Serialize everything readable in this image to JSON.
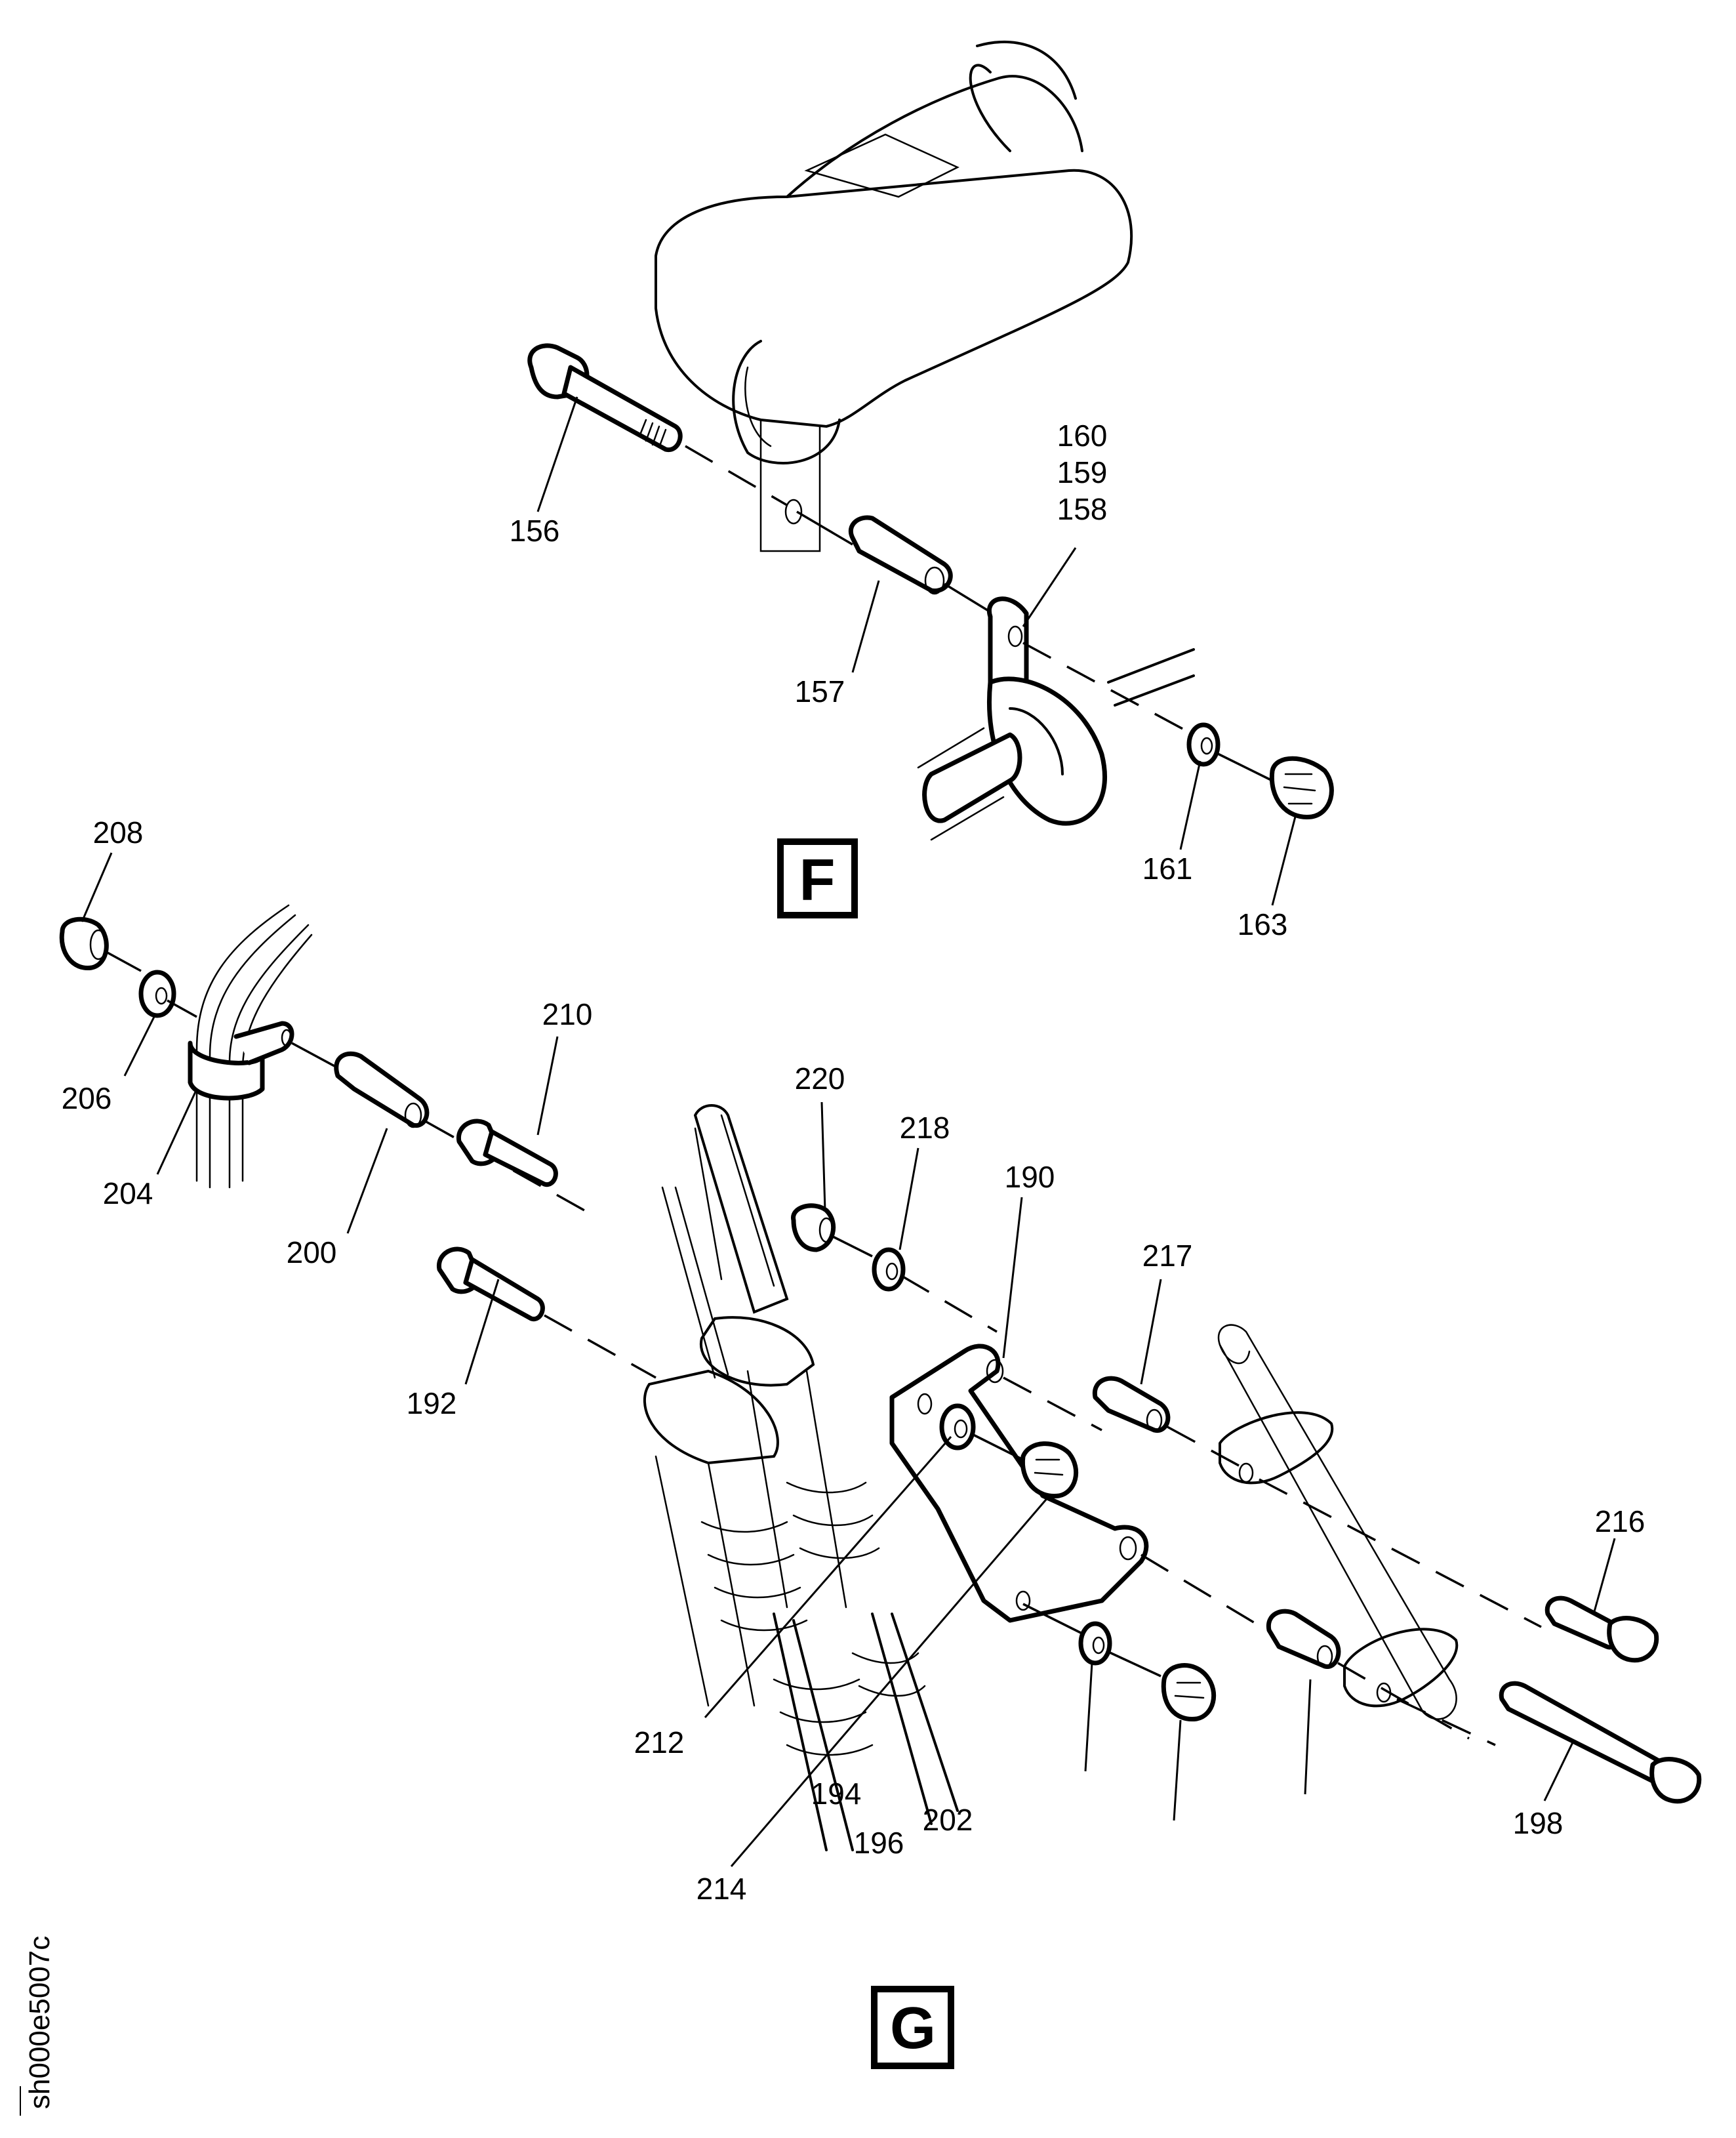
{
  "diagram": {
    "views": [
      {
        "id": "F",
        "label": "F"
      },
      {
        "id": "G",
        "label": "G"
      }
    ],
    "reference_code": "sh000e5007c",
    "callouts_F": {
      "c156": "156",
      "c157": "157",
      "c160": "160",
      "c159": "159",
      "c158": "158",
      "c161": "161",
      "c163": "163"
    },
    "callouts_G": {
      "c208": "208",
      "c206": "206",
      "c204": "204",
      "c200": "200",
      "c210": "210",
      "c192": "192",
      "c220": "220",
      "c218": "218",
      "c190": "190",
      "c217": "217",
      "c212": "212",
      "c214": "214",
      "c194": "194",
      "c196": "196",
      "c202": "202",
      "c216": "216",
      "c198": "198"
    }
  }
}
